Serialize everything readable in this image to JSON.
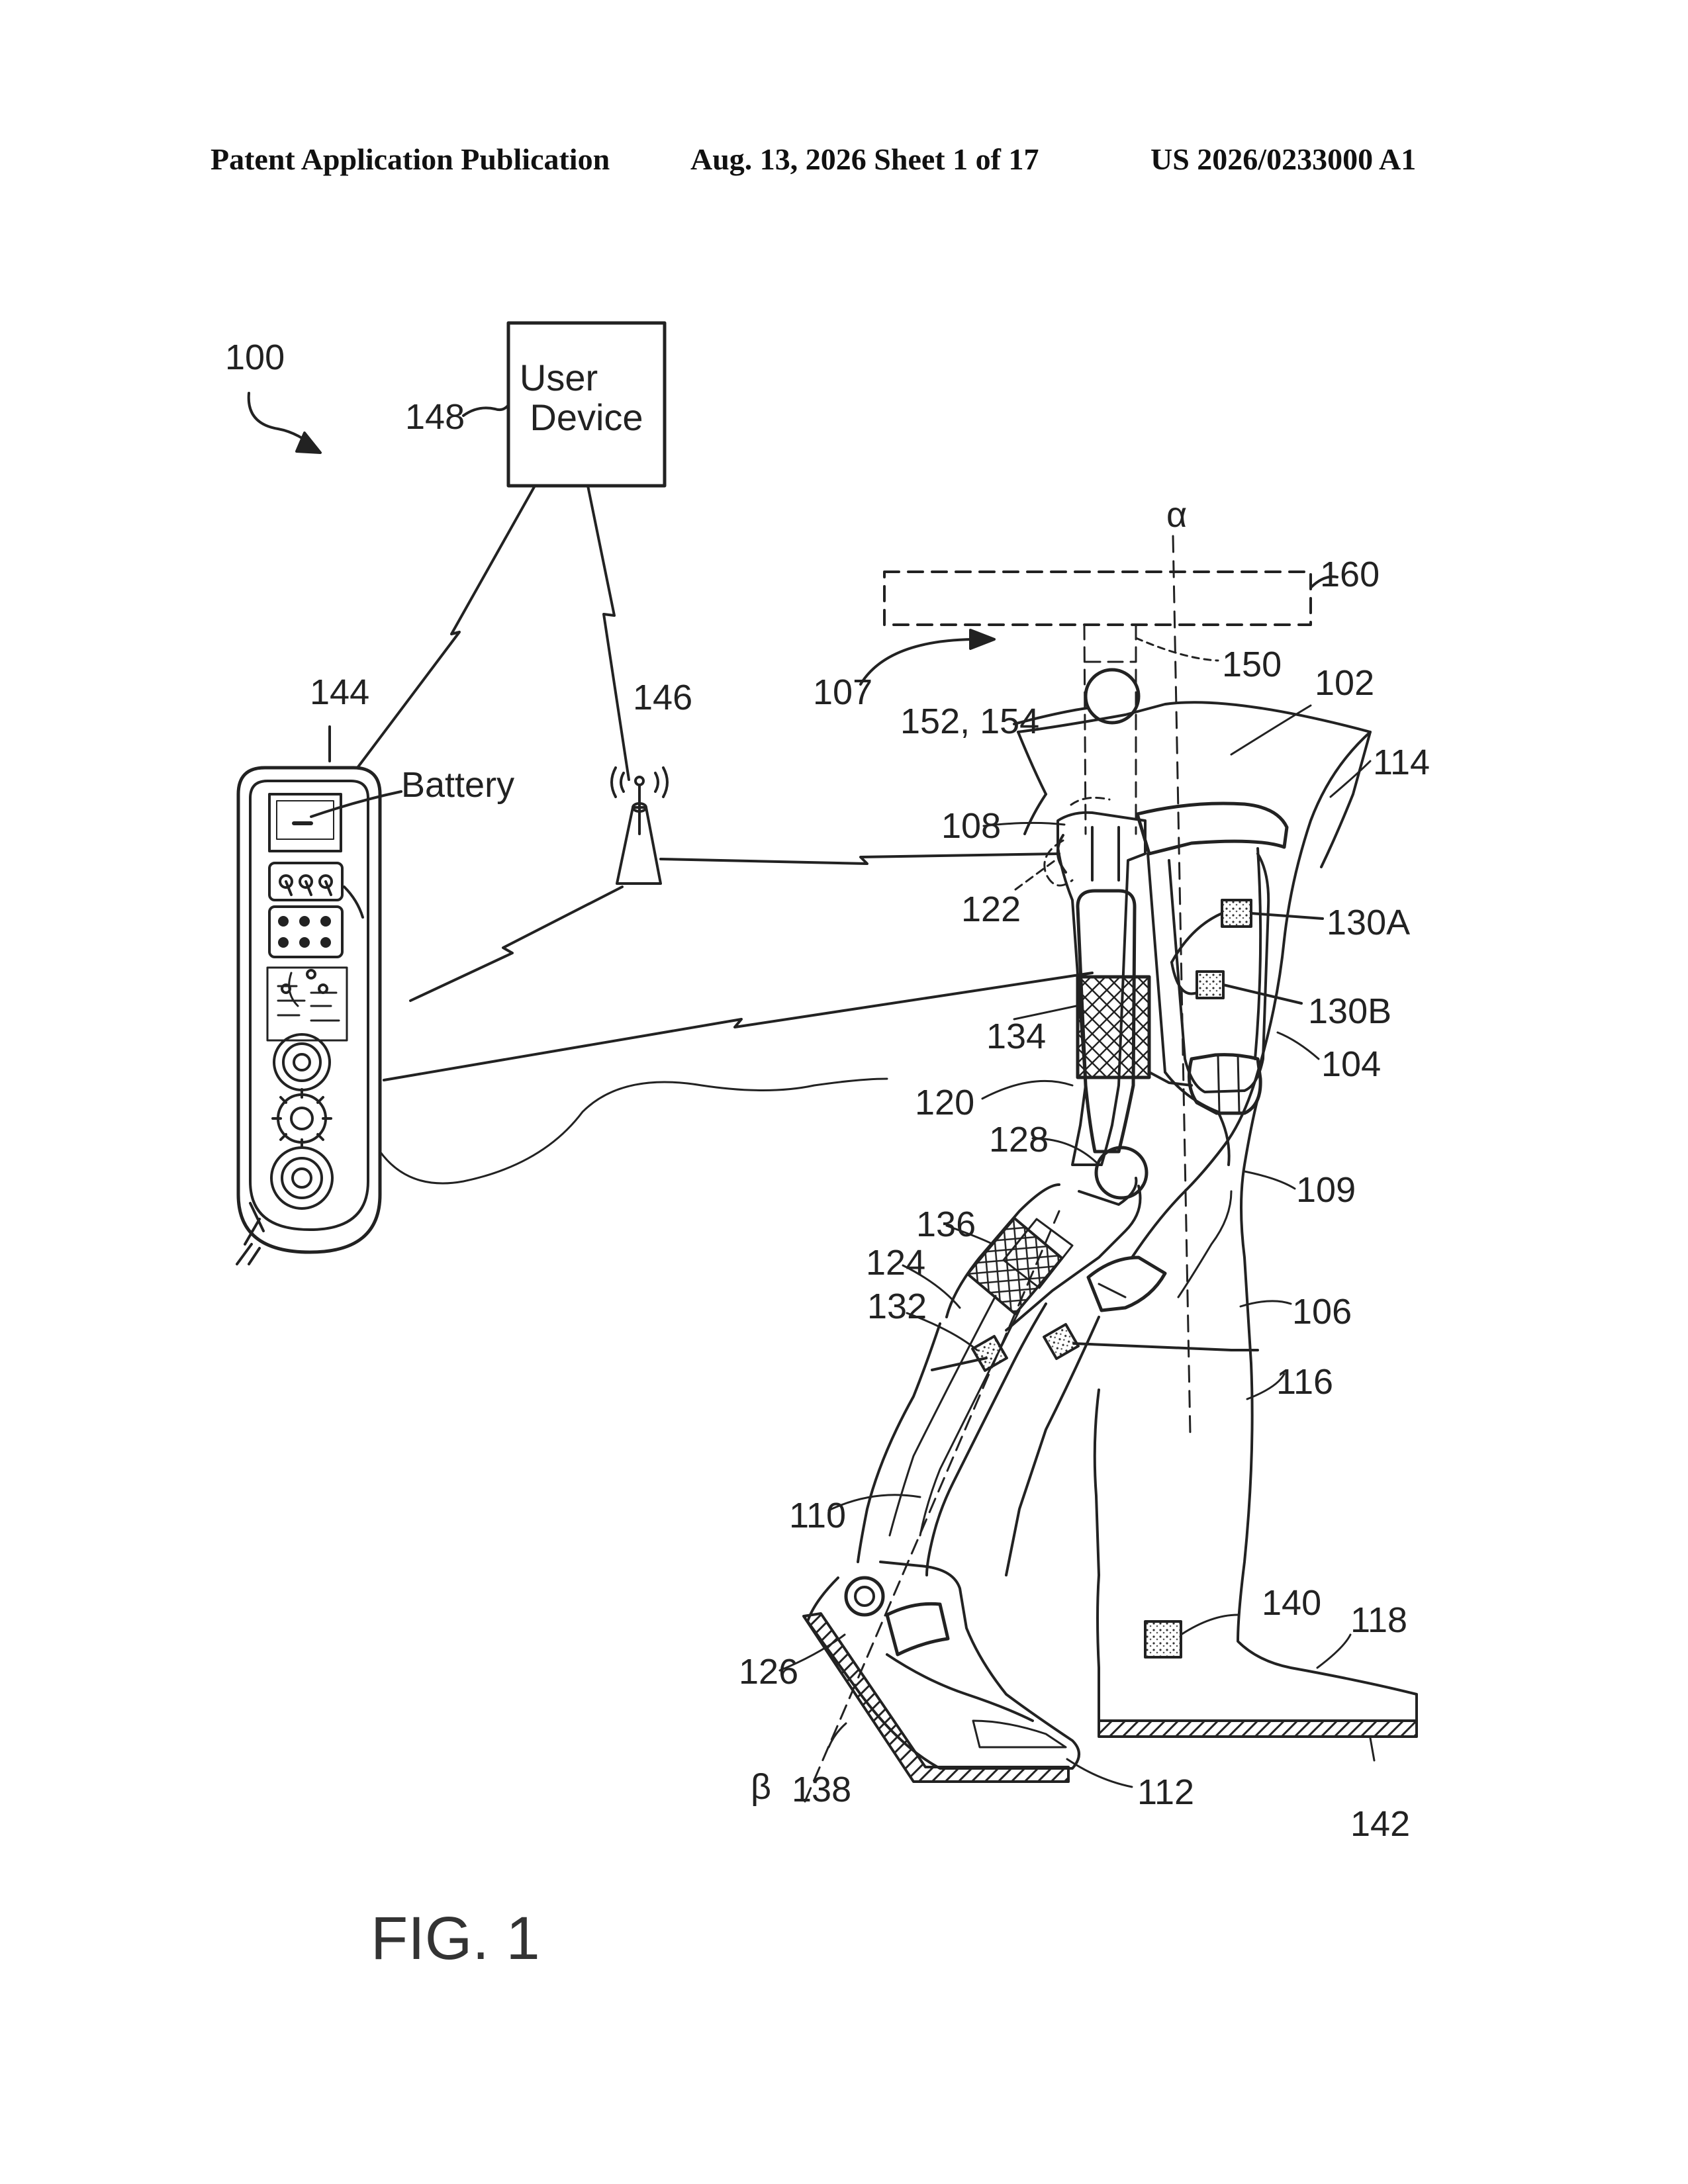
{
  "header": {
    "publication_type": "Patent Application Publication",
    "date_sheet": "Aug. 13, 2026  Sheet 1 of 17",
    "publication_number": "US 2026/0233000 A1"
  },
  "figure": {
    "caption": "FIG. 1",
    "user_device_label": [
      "User",
      "Device"
    ],
    "battery_label": "Battery",
    "axis_alpha": "α",
    "axis_beta": "β",
    "reference_numerals": {
      "system": "100",
      "thigh": "102",
      "thigh_cuff": "104",
      "shank": "106",
      "exoskeleton_arrow": "107",
      "thigh_frame": "108",
      "knee": "109",
      "shank_frame": "110",
      "foot_plate": "112",
      "thigh_other": "114",
      "shank_other": "116",
      "foot_other": "118",
      "actuator": "120",
      "upper_joint": "122",
      "strut": "124",
      "ankle_joint": "126",
      "knee_joint": "128",
      "sensor_a": "130A",
      "sensor_b": "130B",
      "sensor_shank": "132",
      "mesh_upper": "134",
      "mesh_lower": "136",
      "sole_left": "138",
      "sensor_foot": "140",
      "sole_right": "142",
      "controller": "144",
      "antenna": "146",
      "user_device": "148",
      "shaft": "150",
      "hip_joint": "152, 154",
      "bar": "160"
    }
  }
}
